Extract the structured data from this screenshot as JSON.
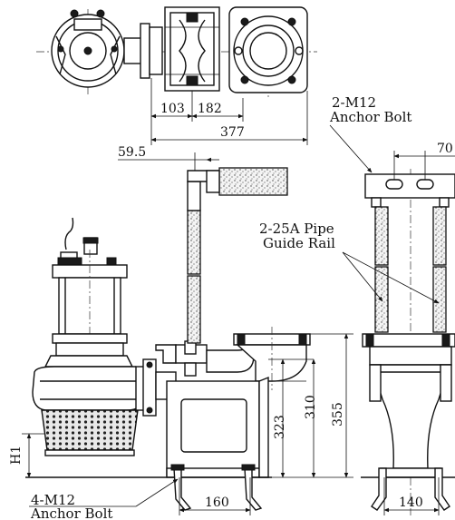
{
  "dimensions": {
    "d103": "103",
    "d182": "182",
    "d377": "377",
    "d59_5": "59.5",
    "d70": "70",
    "d323": "323",
    "d310": "310",
    "d355": "355",
    "dH1": "H1",
    "d160": "160",
    "d140": "140"
  },
  "callouts": {
    "anchor_top_line1": "2-M12",
    "anchor_top_line2": "Anchor Bolt",
    "guide_rail_line1": "2-25A Pipe",
    "guide_rail_line2": "Guide Rail",
    "anchor_bottom_line1": "4-M12",
    "anchor_bottom_line2": "Anchor Bolt"
  }
}
